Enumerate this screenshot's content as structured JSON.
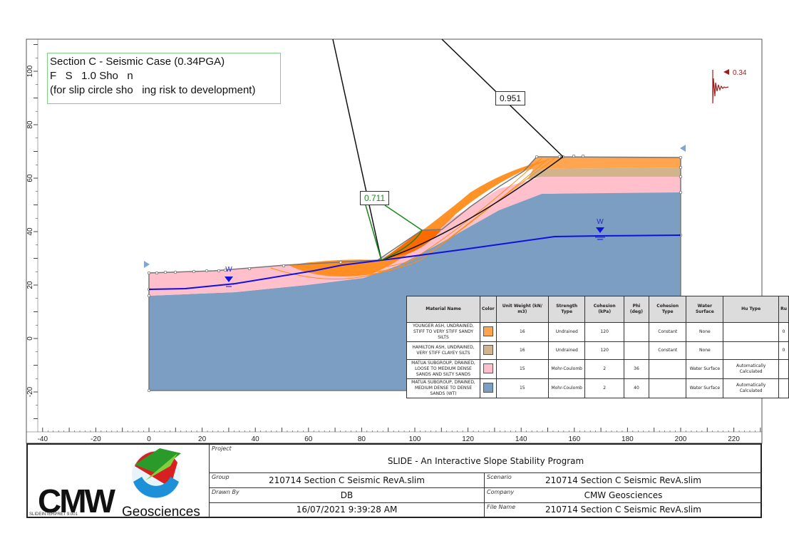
{
  "note": {
    "line1": "Section C - Seismic Case (0.34PGA)",
    "line2": "F   S   1.0 Sho   n",
    "line3": "(for slip circle sho   ing risk to development)"
  },
  "seismic": {
    "value_label": "0.34",
    "color": "#a01c1c"
  },
  "fs_labels": {
    "critical": {
      "text": "0.711",
      "color": "#1a8a1a"
    },
    "secondary": {
      "text": "0.951",
      "color": "#111111"
    }
  },
  "water_label": "W",
  "axes": {
    "x_ticks": [
      "-40",
      "-20",
      "0",
      "20",
      "40",
      "60",
      "80",
      "100",
      "120",
      "140",
      "160",
      "180",
      "200",
      "220"
    ],
    "y_ticks": [
      "100",
      "80",
      "60",
      "40",
      "20",
      "0",
      "-20"
    ]
  },
  "materials": {
    "headers": [
      "Material Name",
      "Color",
      "Unit Weight (kN/ m3)",
      "Strength Type",
      "Cohesion (kPa)",
      "Phi (deg)",
      "Cohesion Type",
      "Water Surface",
      "Hu Type",
      "Ru"
    ],
    "rows": [
      {
        "name": "YOUNGER ASH, UNDRAINED, STIFF TO VERY STIFF SANDY SILTS",
        "color": "#ffa54f",
        "unit_weight": "16",
        "strength": "Undrained",
        "cohesion": "120",
        "phi": "",
        "cohesion_type": "Constant",
        "water": "None",
        "hu": "",
        "ru": "0"
      },
      {
        "name": "HAMILTON ASH, UNDRAINED, VERY STIFF CLAYEY SILTS",
        "color": "#d2b48c",
        "unit_weight": "16",
        "strength": "Undrained",
        "cohesion": "120",
        "phi": "",
        "cohesion_type": "Constant",
        "water": "None",
        "hu": "",
        "ru": "0"
      },
      {
        "name": "MATUA SUBGROUP, DRAINED, LOOSE TO MEDIUM DENSE SANDS AND SILTY SANDS",
        "color": "#ffc0cb",
        "unit_weight": "15",
        "strength": "Mohr-Coulomb",
        "cohesion": "2",
        "phi": "36",
        "cohesion_type": "",
        "water": "Water Surface",
        "hu": "Automatically Calculated",
        "ru": ""
      },
      {
        "name": "MATUA SUBGROUP, DRAINED, MEDIUM DENSE TO DENSE SANDS (WT)",
        "color": "#7b9ec2",
        "unit_weight": "15",
        "strength": "Mohr-Coulomb",
        "cohesion": "2",
        "phi": "40",
        "cohesion_type": "",
        "water": "Water Surface",
        "hu": "Automatically Calculated",
        "ru": ""
      }
    ]
  },
  "title_block": {
    "logo_text": "CMW",
    "logo_sub": "Geosciences",
    "version": "SLIDEINTERPRET 9.001",
    "project_label": "Project",
    "project": "SLIDE - An Interactive Slope Stability Program",
    "group_label": "Group",
    "group": "210714 Section C Seismic RevA.slim",
    "scenario_label": "Scenario",
    "scenario": "210714 Section C Seismic RevA.slim",
    "drawn_label": "Drawn By",
    "drawn": "DB",
    "company_label": "Company",
    "company": "CMW Geosciences",
    "date": "16/07/2021 9:39:28 AM",
    "file_label": "File Name",
    "file": "210714 Section C Seismic RevA.slim"
  }
}
